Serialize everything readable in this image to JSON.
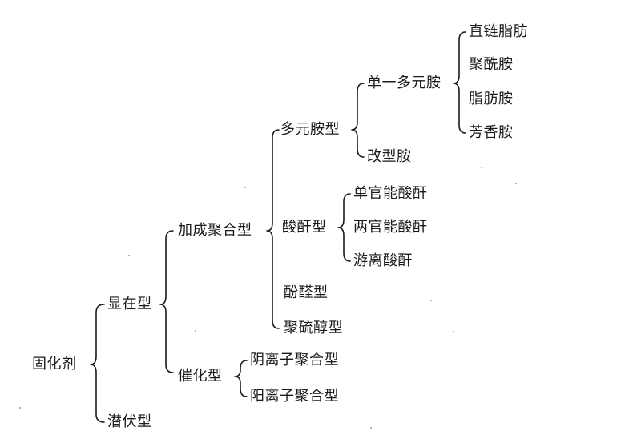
{
  "diagram": {
    "root": "固化剂",
    "explicit": "显在型",
    "latent": "潜伏型",
    "addition": "加成聚合型",
    "catalytic": "催化型",
    "polyamine": "多元胺型",
    "anhydride": "酸酐型",
    "phenolic": "酚醛型",
    "polythiol": "聚硫醇型",
    "single_polyamine": "单一多元胺",
    "modified_amine": "改型胺",
    "straight_chain": "直链脂肪",
    "polyamide": "聚酰胺",
    "aliphatic_amine": "脂肪胺",
    "aromatic_amine": "芳香胺",
    "mono_anhydride": "单官能酸酐",
    "di_anhydride": "两官能酸酐",
    "free_anhydride": "游离酸酐",
    "anionic": "阴离子聚合型",
    "cationic": "阳离子聚合型"
  }
}
